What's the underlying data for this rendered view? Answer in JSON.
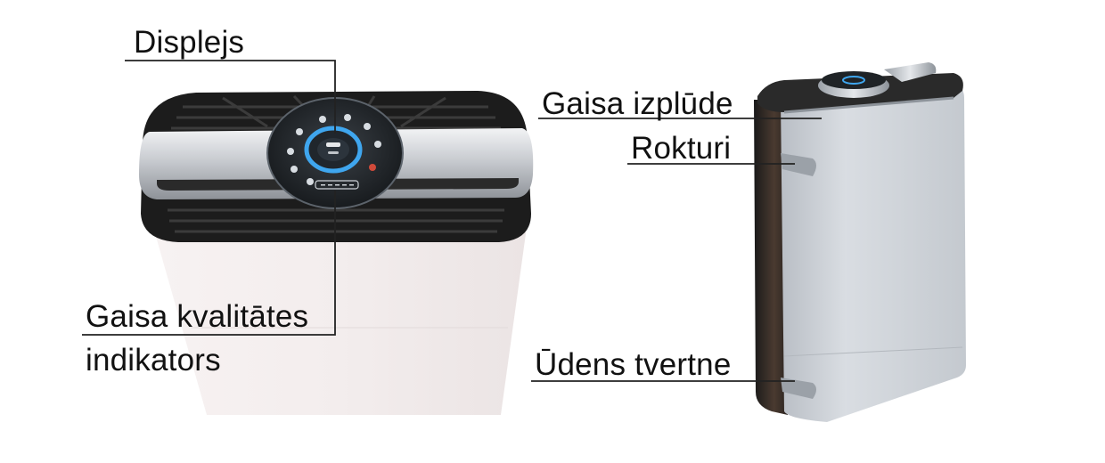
{
  "labels": {
    "display": "Displejs",
    "air_quality_indicator_line1": "Gaisa kvalitātes",
    "air_quality_indicator_line2": "indikators",
    "air_outlet": "Gaisa izplūde",
    "handles": "Rokturi",
    "water_tank": "Ūdens tvertne"
  },
  "colors": {
    "body_white": "#f3eeee",
    "top_black": "#1c1c1c",
    "band_silver": "#c9ccd1",
    "ring_blue": "#3fa6ee",
    "side_silver": "#cdd2d8",
    "leader_line": "#222222"
  }
}
